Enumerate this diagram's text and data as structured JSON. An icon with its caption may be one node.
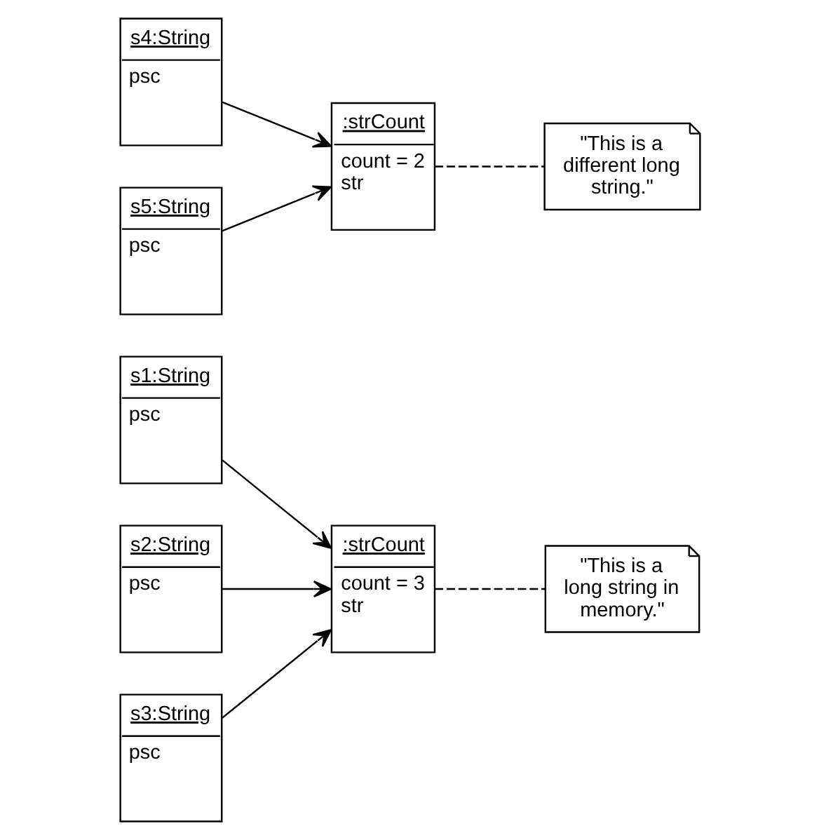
{
  "diagram": {
    "nodes": [
      {
        "text": [
          "s1:String",
          "psc"
        ]
      },
      {
        "text": [
          "s2:String",
          "psc"
        ]
      },
      {
        "text": [
          "s3:String",
          "psc"
        ]
      },
      {
        "text": [
          ":strCount",
          "count = 3",
          "str"
        ]
      },
      {
        "text": [
          "\"This is a long string in memory.\""
        ]
      },
      {
        "text": [
          "s4:String",
          "psc"
        ]
      },
      {
        "text": [
          "s5:String",
          "psc"
        ]
      },
      {
        "text": [
          ":strCount",
          "count = 2",
          "str"
        ]
      },
      {
        "text": [
          "\"This is a different long string.\""
        ]
      }
    ],
    "edges": [
      {
        "from": 0,
        "to": 3,
        "arrow": "to"
      },
      {
        "from": 1,
        "to": 3,
        "arrow": "to"
      },
      {
        "from": 2,
        "to": 3,
        "arrow": "to"
      },
      {
        "from": 3,
        "to": 4,
        "arrow": "none",
        "style": "dashed"
      },
      {
        "from": 5,
        "to": 7,
        "arrow": "to"
      },
      {
        "from": 6,
        "to": 7,
        "arrow": "to"
      },
      {
        "from": 7,
        "to": 8,
        "arrow": "none",
        "style": "dashed"
      }
    ]
  }
}
